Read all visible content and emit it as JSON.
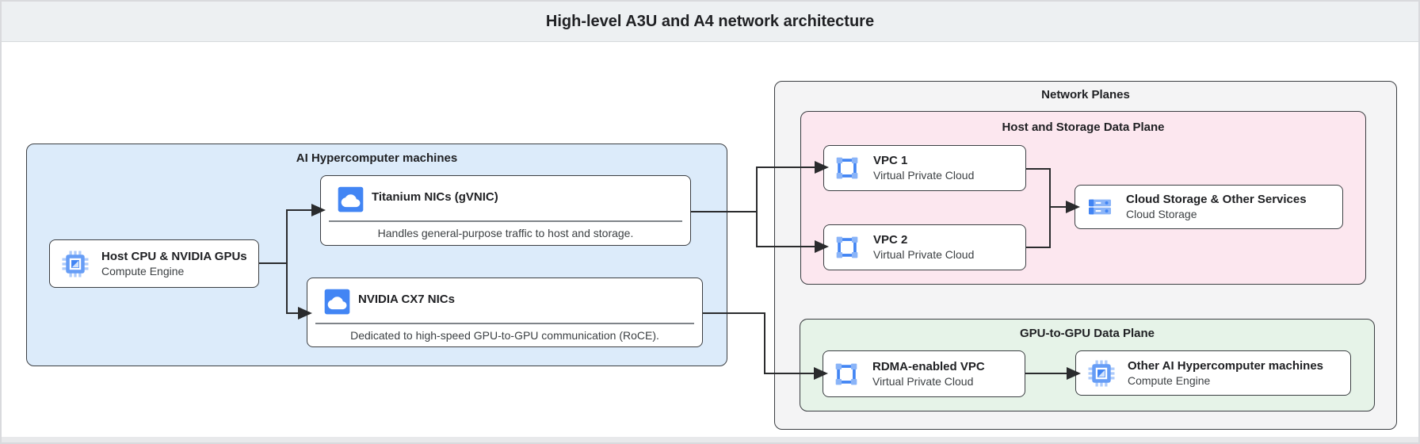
{
  "header": {
    "title": "High-level A3U and A4 network architecture"
  },
  "groups": {
    "ai_machines": {
      "label": "AI Hypercomputer machines"
    },
    "network_planes": {
      "label": "Network Planes"
    },
    "host_storage": {
      "label": "Host and Storage Data Plane"
    },
    "gpu_plane": {
      "label": "GPU-to-GPU Data Plane"
    }
  },
  "nodes": {
    "host_cpu": {
      "title": "Host CPU & NVIDIA GPUs",
      "subtitle": "Compute Engine",
      "icon": "compute-engine-icon"
    },
    "titanium_nics": {
      "title": "Titanium NICs (gVNIC)",
      "description": "Handles general-purpose traffic to host and storage.",
      "icon": "cloud-icon"
    },
    "nvidia_cx7_nics": {
      "title": "NVIDIA CX7 NICs",
      "description": "Dedicated to high-speed GPU-to-GPU communication (RoCE).",
      "icon": "cloud-icon"
    },
    "vpc_1": {
      "title": "VPC 1",
      "subtitle": "Virtual Private Cloud",
      "icon": "vpc-icon"
    },
    "vpc_2": {
      "title": "VPC 2",
      "subtitle": "Virtual Private Cloud",
      "icon": "vpc-icon"
    },
    "cloud_storage": {
      "title": "Cloud Storage & Other Services",
      "subtitle": "Cloud Storage",
      "icon": "cloud-storage-icon"
    },
    "rdma_vpc": {
      "title": "RDMA-enabled VPC",
      "subtitle": "Virtual Private Cloud",
      "icon": "vpc-icon"
    },
    "other_machines": {
      "title": "Other AI Hypercomputer machines",
      "subtitle": "Compute Engine",
      "icon": "compute-engine-icon"
    }
  },
  "colors": {
    "header_bg": "#edf0f2",
    "ai_machines_bg": "#dcebfa",
    "network_planes_bg": "#f4f4f5",
    "host_storage_bg": "#fce7ef",
    "gpu_plane_bg": "#e6f3e8",
    "box_border": "#3b3e42",
    "connector": "#2a2b2d",
    "icon_blue": "#4285f4",
    "icon_light_blue": "#aecbfa"
  }
}
